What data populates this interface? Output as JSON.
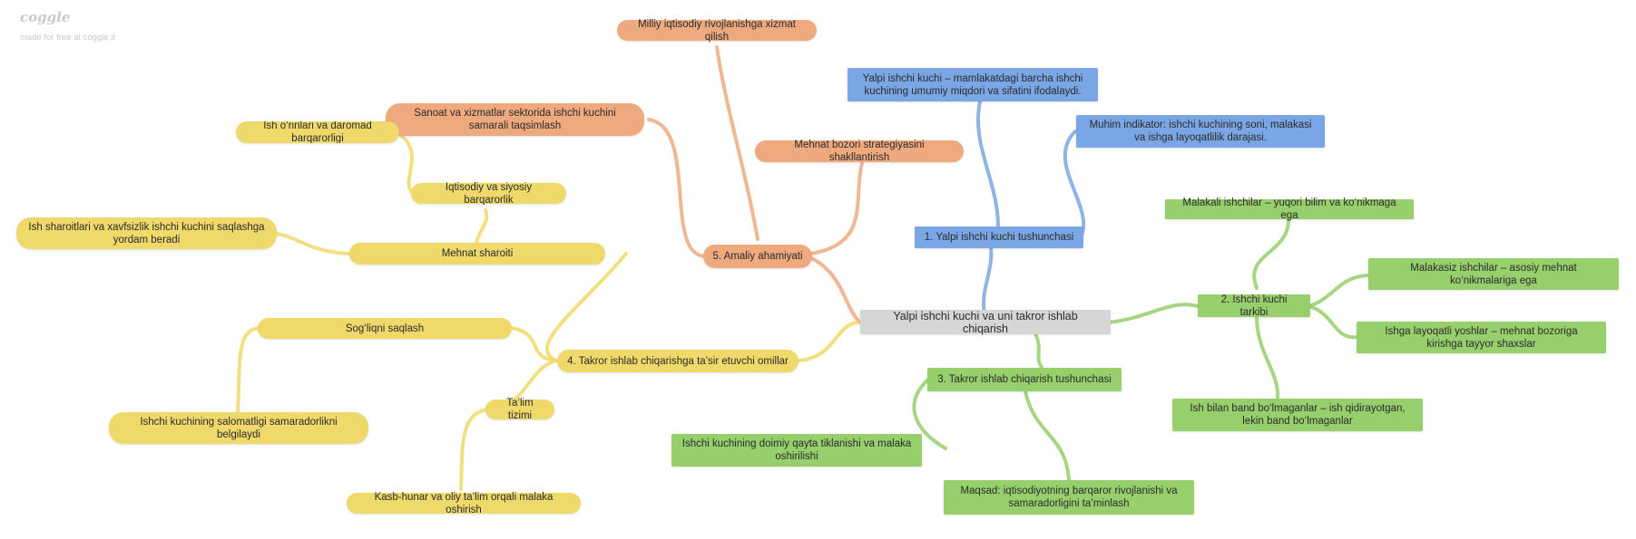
{
  "brand": {
    "logo": "coggle",
    "subtitle": "made for free at coggle.it"
  },
  "colors": {
    "orange": "#efa97f",
    "yellow": "#efd96a",
    "blue": "#7aa6e5",
    "green": "#97cf6d",
    "root": "#d6d6d6"
  },
  "root": {
    "label": "Yalpi ishchi kuchi va uni takror ishlab chiqarish"
  },
  "branch1": {
    "label": "1. Yalpi ishchi kuchi tushunchasi",
    "items": [
      "Yalpi ishchi kuchi – mamlakatdagi barcha ishchi kuchining umumiy miqdori va sifatini ifodalaydi.",
      "Muhim indikator: ishchi kuchining soni, malakasi va ishga layoqatlilik darajasi."
    ]
  },
  "branch2": {
    "label": "2. Ishchi kuchi tarkibi",
    "items": [
      "Malakali ishchilar – yuqori bilim va ko‘nikmaga ega",
      "Malakasiz ishchilar – asosiy mehnat ko‘nikmalariga ega",
      "Ishga layoqatli yoshlar – mehnat bozoriga kirishga tayyor shaxslar",
      "Ish bilan band bo‘lmaganlar – ish qidirayotgan, lekin band bo‘lmaganlar"
    ]
  },
  "branch3": {
    "label": "3. Takror ishlab chiqarish tushunchasi",
    "items": [
      "Ishchi kuchining doimiy qayta tiklanishi va malaka oshirilishi",
      "Maqsad: iqtisodiyotning barqaror rivojlanishi va samaradorligini ta’minlash"
    ]
  },
  "branch4": {
    "label": "4. Takror ishlab chiqarishga ta’sir etuvchi omillar",
    "mehnat": {
      "label": "Mehnat sharoiti",
      "leaf": "Ish sharoitlari va xavfsizlik ishchi kuchini saqlashga yordam beradi",
      "iqtisodiy": {
        "label": "Iqtisodiy va siyosiy barqarorlik",
        "leaf": "Ish o‘rinlari va daromad barqarorligi"
      }
    },
    "soglik": {
      "label": "Sog‘liqni saqlash",
      "leaf": "Ishchi kuchining salomatligi samaradorlikni belgilaydi"
    },
    "talim": {
      "label": "Ta’lim tizimi",
      "leaf": "Kasb-hunar va oliy ta’lim orqali malaka oshirish"
    }
  },
  "branch5": {
    "label": "5. Amaliy ahamiyati",
    "items": [
      "Milliy iqtisodiy rivojlanishga xizmat qilish",
      "Sanoat va xizmatlar sektorida ishchi kuchini samarali taqsimlash",
      "Mehnat bozori strategiyasini shakllantirish"
    ]
  }
}
